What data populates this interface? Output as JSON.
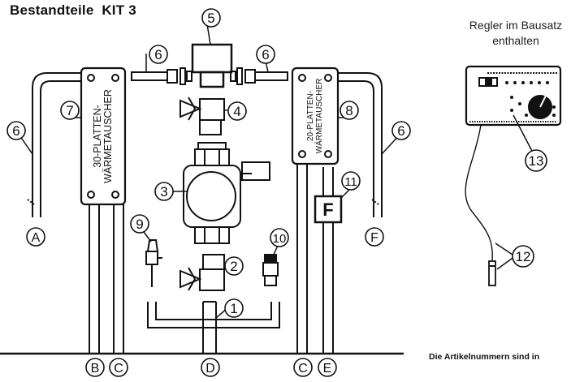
{
  "title": "Bestandteile  KIT 3",
  "regler_note": "Regler im Bausatz enthalten",
  "footnote": "Die Artikelnummern sind in",
  "callouts": [
    "1",
    "2",
    "3",
    "4",
    "5",
    "6",
    "7",
    "8",
    "9",
    "10",
    "11",
    "12",
    "13"
  ],
  "connection_labels": {
    "A": "A",
    "B": "B",
    "C": "C",
    "D": "D",
    "E": "E",
    "F": "F"
  },
  "hx30": {
    "line1": "30-PLATTEN-",
    "line2": "WÄRMETAUSCHER"
  },
  "hx20": {
    "line1": "20-PLATTEN-",
    "line2": "WÄRMETAUSCHER"
  },
  "flow_meter_letter": "F"
}
